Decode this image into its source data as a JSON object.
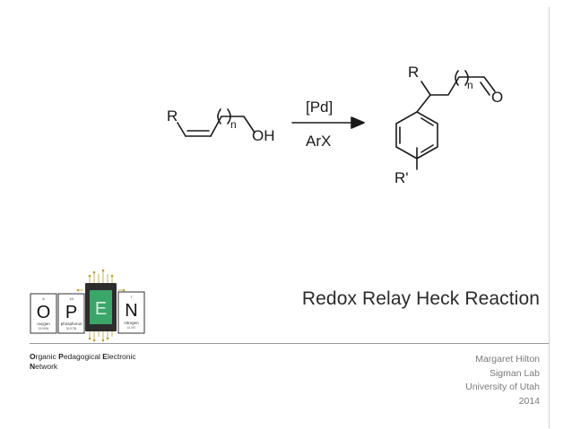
{
  "reaction": {
    "reactant_R": "R",
    "reactant_n": "n",
    "reactant_OH": "OH",
    "reagent_top": "[Pd]",
    "reagent_bottom": "ArX",
    "product_R": "R",
    "product_n": "n",
    "product_O": "O",
    "product_Rprime": "R'"
  },
  "logo": {
    "tiles": [
      {
        "number": "8",
        "symbol": "O",
        "name": "oxygen",
        "mass": "15.9994"
      },
      {
        "number": "15",
        "symbol": "P",
        "name": "phosphorus",
        "mass": "30.9738"
      },
      {
        "number": "",
        "symbol": "E",
        "name": "",
        "mass": ""
      },
      {
        "number": "7",
        "symbol": "N",
        "name": "nitrogen",
        "mass": "14.007"
      }
    ]
  },
  "organization": {
    "line1_parts": [
      "O",
      "rganic ",
      "P",
      "edagogical ",
      "E",
      "lectronic"
    ],
    "line2_parts": [
      "N",
      "etwork"
    ]
  },
  "title": "Redox Relay Heck Reaction",
  "credits": {
    "author": "Margaret Hilton",
    "lab": "Sigman Lab",
    "institution": "University of Utah",
    "year": "2014"
  },
  "colors": {
    "text": "#2b2b2b",
    "muted": "#7a7a7a",
    "chip_green": "#3aa66a",
    "chip_dark": "#2d2d2d",
    "circuit_gold": "#b8a12a",
    "tile_border": "#333333"
  }
}
